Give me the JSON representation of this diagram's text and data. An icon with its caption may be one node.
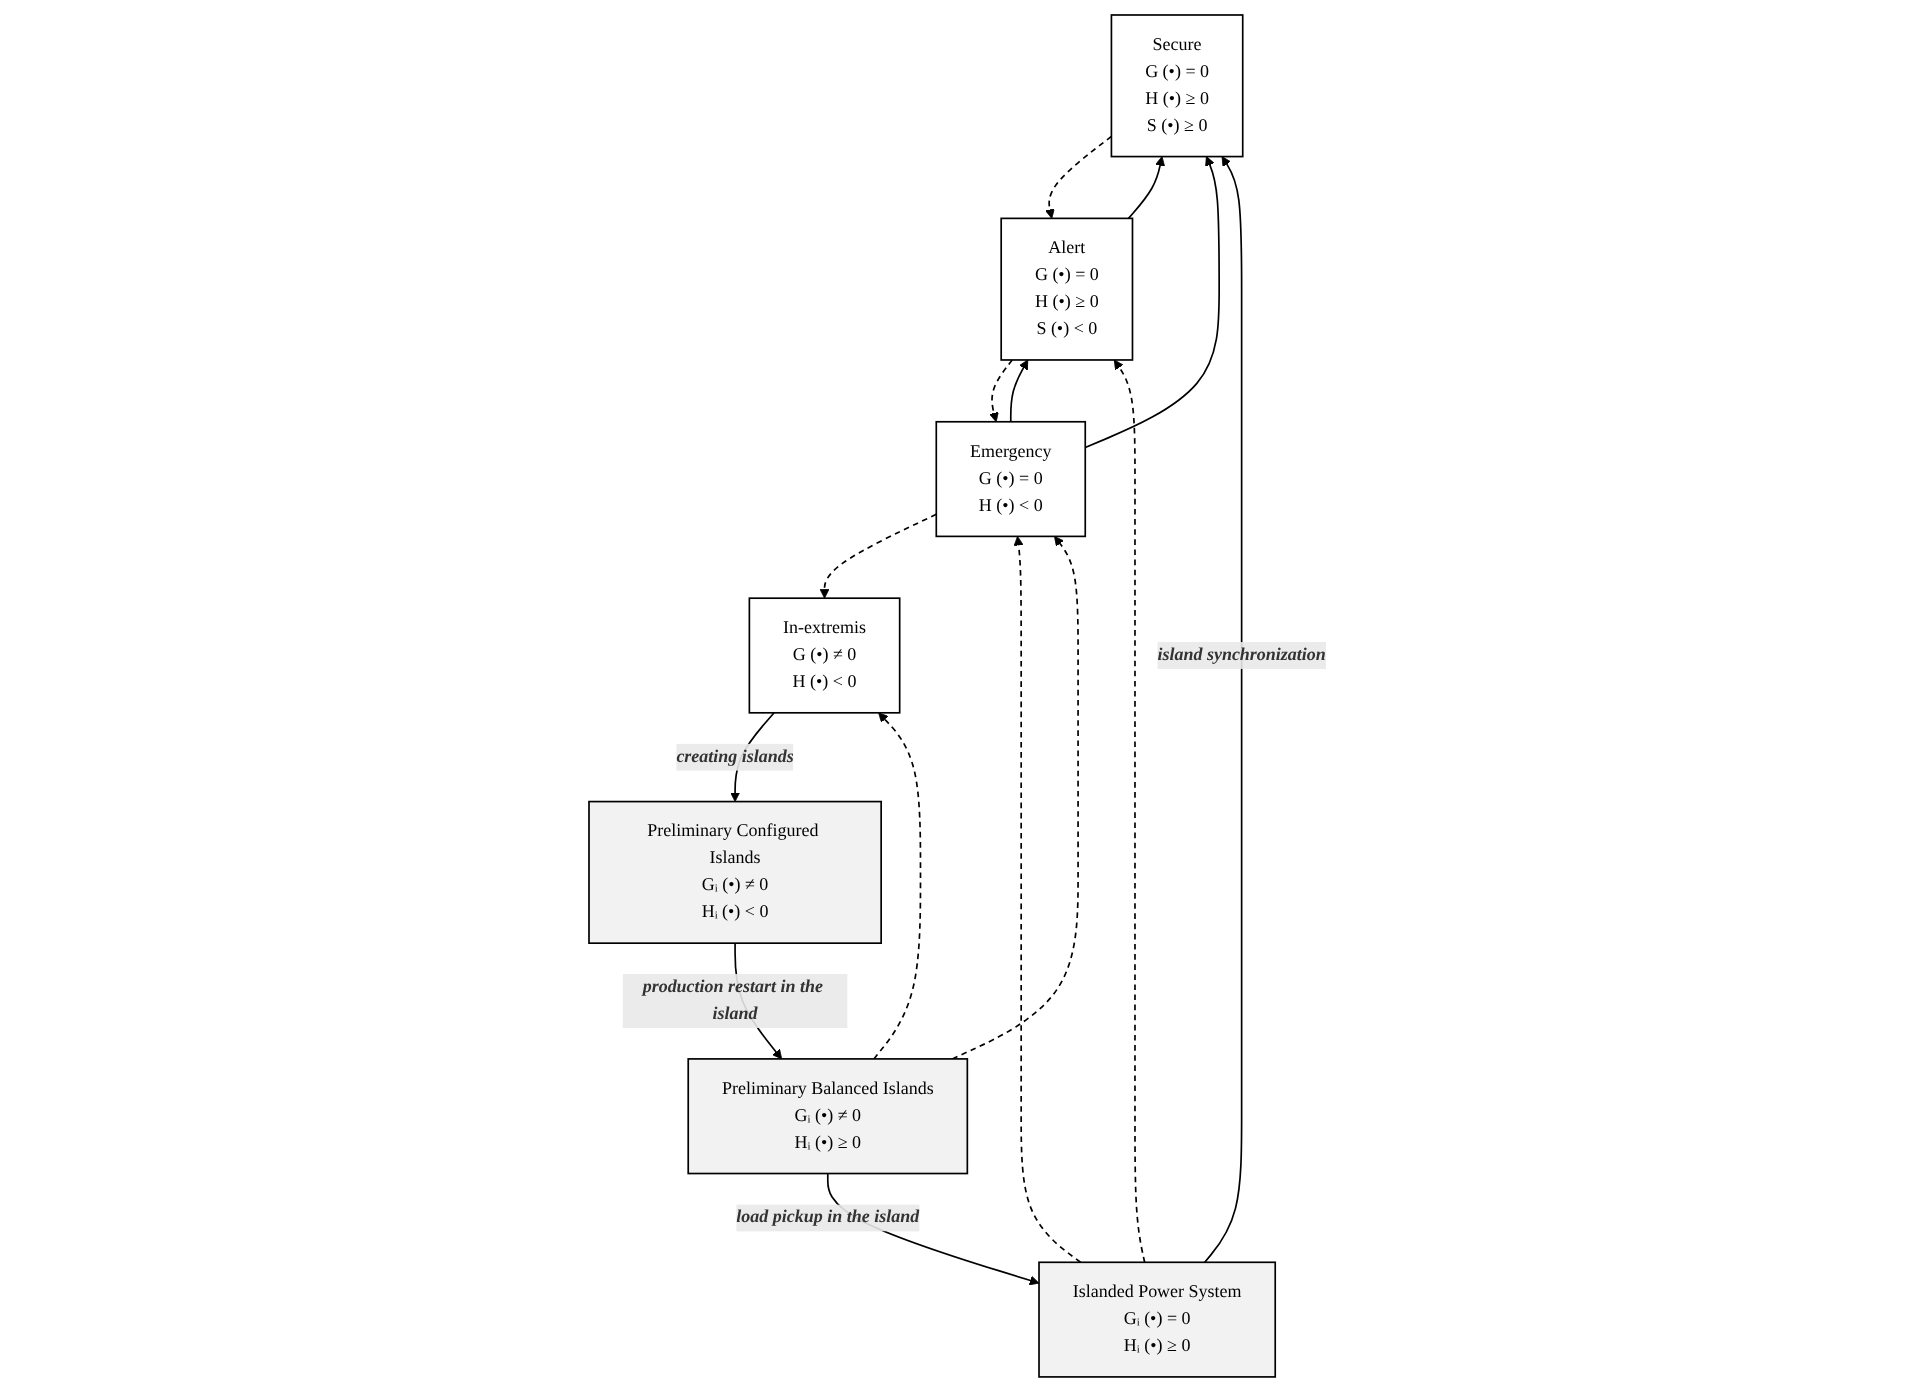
{
  "diagram": {
    "nodes": [
      {
        "text": [
          "Secure",
          "G (•) = 0",
          "H (•) ≥ 0",
          "S (•) ≥ 0"
        ]
      },
      {
        "text": [
          "Islanded Power System",
          "Gᵢ (•) = 0",
          "Hᵢ (•) ≥ 0"
        ]
      },
      {
        "text": [
          "Alert",
          "G (•) = 0",
          "H (•) ≥ 0",
          "S (•) < 0"
        ]
      },
      {
        "text": [
          "Preliminary Balanced Islands",
          "Gᵢ (•) ≠ 0",
          "Hᵢ (•) ≥ 0"
        ]
      },
      {
        "text": [
          "Emergency",
          "G (•) = 0",
          "H (•) < 0"
        ]
      },
      {
        "text": [
          "Preliminary Configured Islands",
          "Gᵢ (•) ≠ 0",
          "Hᵢ (•) < 0"
        ]
      },
      {
        "text": [
          "In-extremis",
          "G (•) ≠ 0",
          "H (•) < 0"
        ]
      }
    ],
    "edges": [
      {
        "from": 0,
        "to": 2,
        "arrow": "to",
        "style": "dashed"
      },
      {
        "from": 2,
        "to": 0,
        "arrow": "to"
      },
      {
        "from": 4,
        "to": 0,
        "arrow": "to"
      },
      {
        "from": 4,
        "to": 2,
        "arrow": "to"
      },
      {
        "from": 1,
        "to": 0,
        "arrow": "to",
        "label": "island synchronization"
      },
      {
        "from": 1,
        "to": 2,
        "arrow": "to",
        "style": "dashed"
      },
      {
        "from": 1,
        "to": 4,
        "arrow": "to",
        "style": "dashed"
      },
      {
        "from": 3,
        "to": 1,
        "arrow": "to",
        "label": "load pickup in the island"
      },
      {
        "from": 3,
        "to": 4,
        "arrow": "to",
        "style": "dashed"
      },
      {
        "from": 3,
        "to": 6,
        "arrow": "to",
        "style": "dashed"
      },
      {
        "from": 2,
        "to": 4,
        "arrow": "to",
        "style": "dashed"
      },
      {
        "from": 4,
        "to": 6,
        "arrow": "to",
        "style": "dashed"
      },
      {
        "from": 5,
        "to": 3,
        "arrow": "to",
        "label": "production restart in the island"
      },
      {
        "from": 6,
        "to": 5,
        "arrow": "to",
        "label": "creating islands"
      }
    ]
  }
}
